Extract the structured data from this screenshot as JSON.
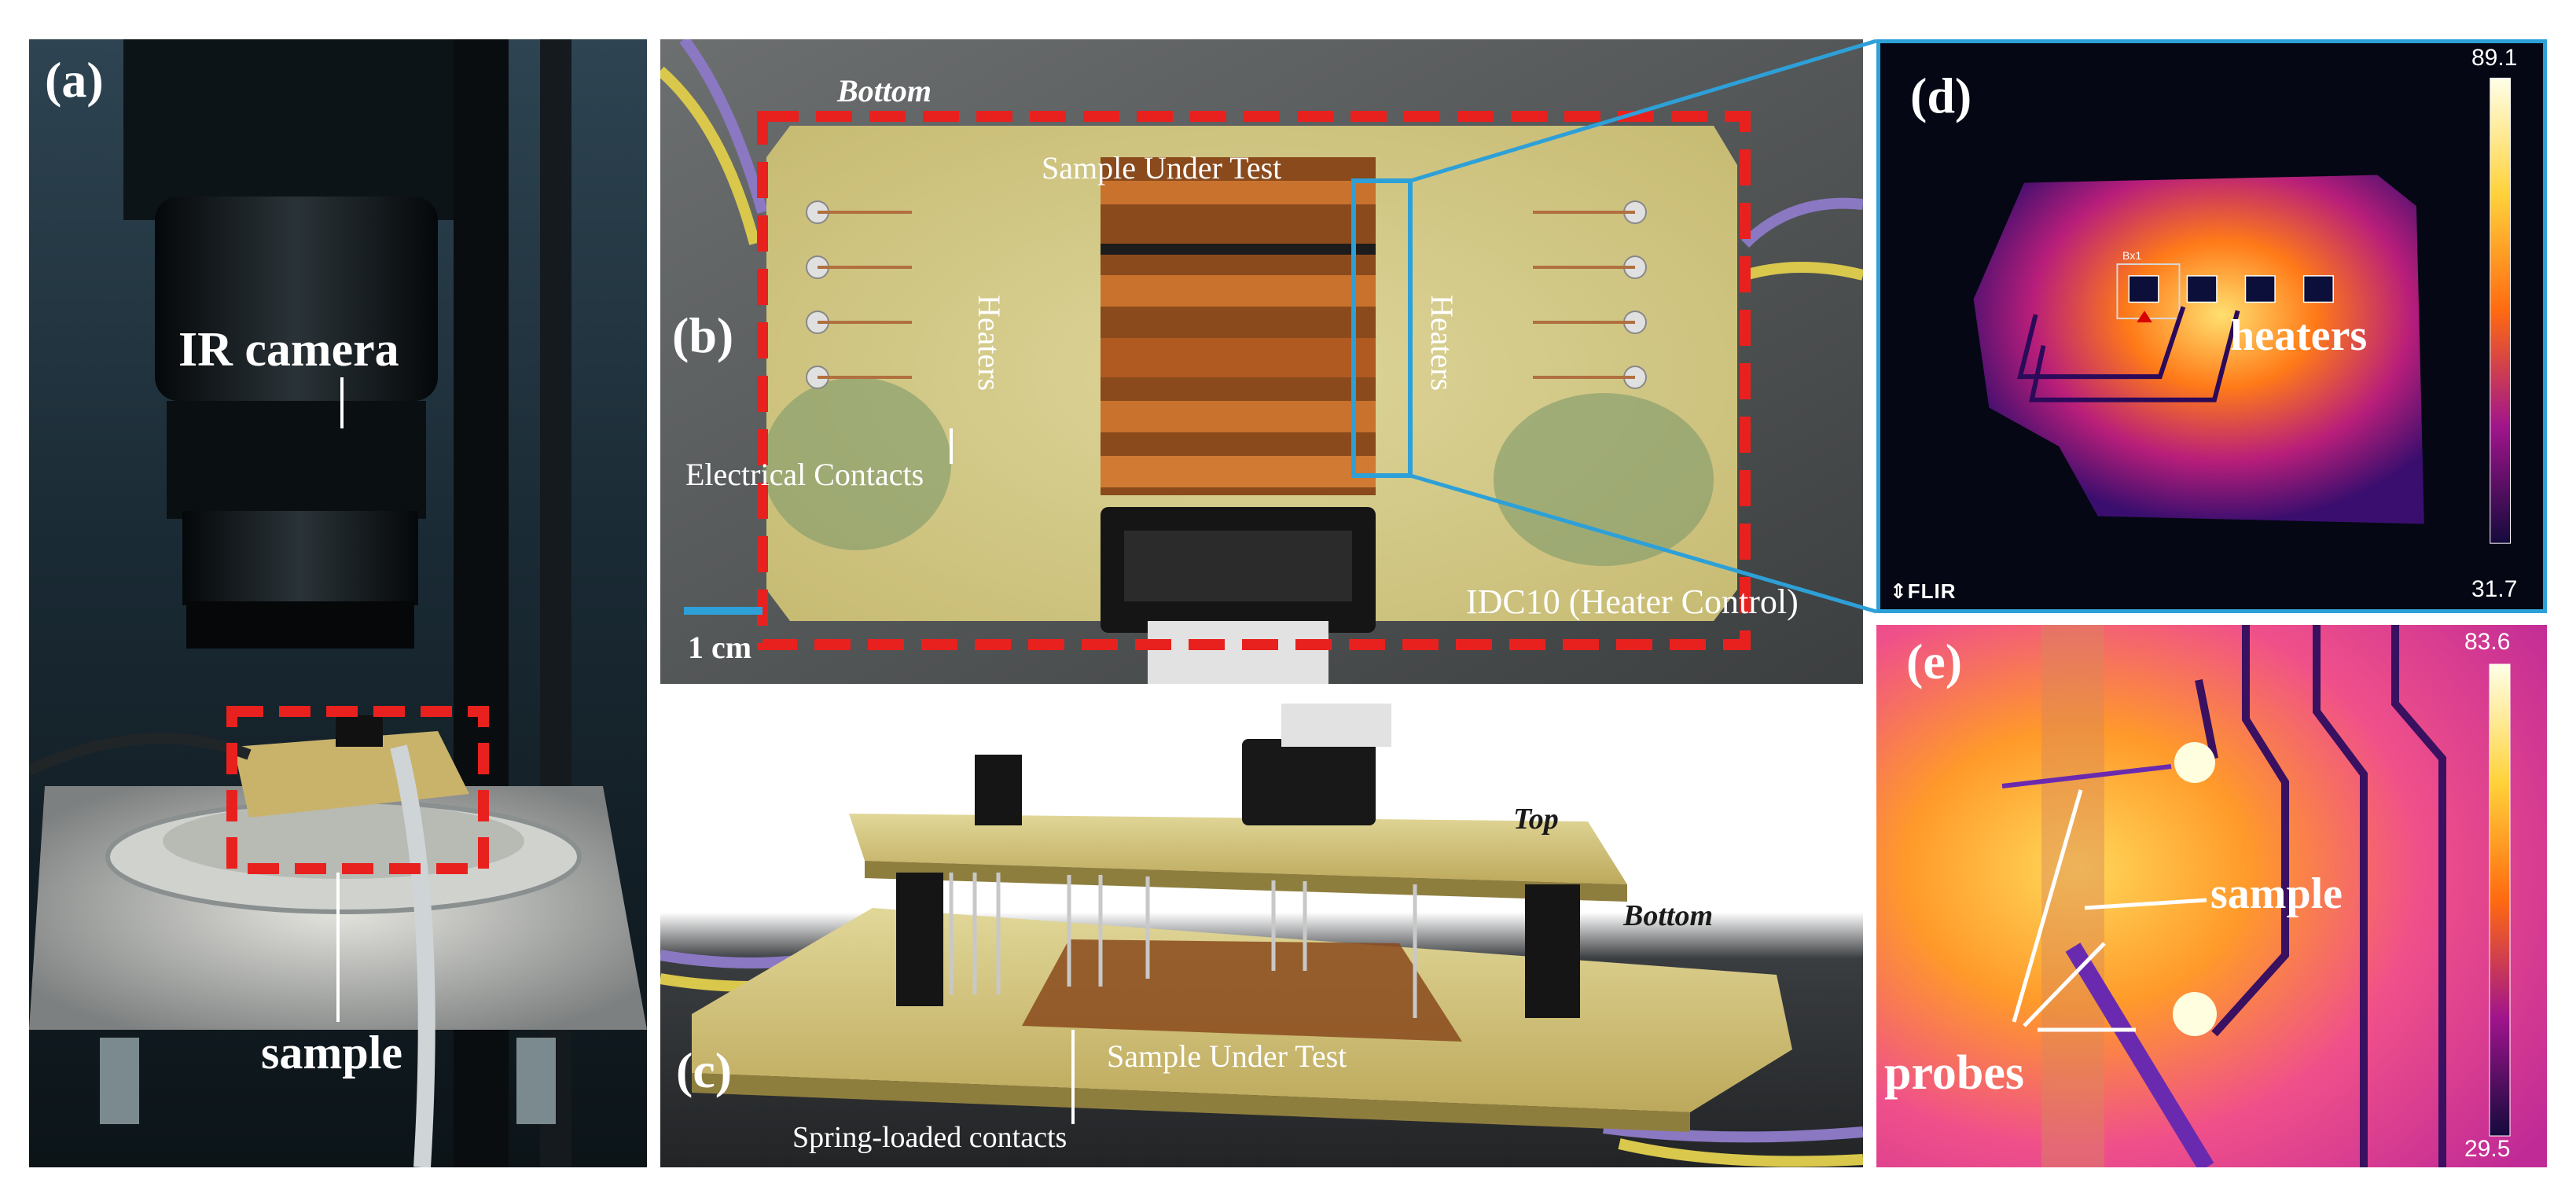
{
  "panels": {
    "a": {
      "label": "(a)",
      "camera_label": "IR camera",
      "sample_label": "sample"
    },
    "b": {
      "label": "(b)",
      "bottom_label": "Bottom",
      "sample_under_test": "Sample Under Test",
      "heaters_left": "Heaters",
      "heaters_right": "Heaters",
      "electrical_contacts": "Electrical Contacts",
      "idc_label": "IDC10 (Heater Control)",
      "scale_label": "1 cm"
    },
    "c": {
      "label": "(c)",
      "top_label": "Top",
      "bottom_label": "Bottom",
      "sample_under_test": "Sample Under Test",
      "spring_contacts": "Spring-loaded contacts"
    },
    "d": {
      "label": "(d)",
      "heaters_label": "heaters",
      "scale_max": "89.1",
      "scale_min": "31.7",
      "brand": "FLIR",
      "box_label": "Bx1"
    },
    "e": {
      "label": "(e)",
      "sample_label": "sample",
      "probes_label": "probes",
      "scale_max": "83.6",
      "scale_min": "29.5"
    }
  },
  "colors": {
    "highlight_dash": "#e8211f",
    "zoom_line": "#2ea0d8",
    "scale_bar": "#2ea0d8"
  }
}
